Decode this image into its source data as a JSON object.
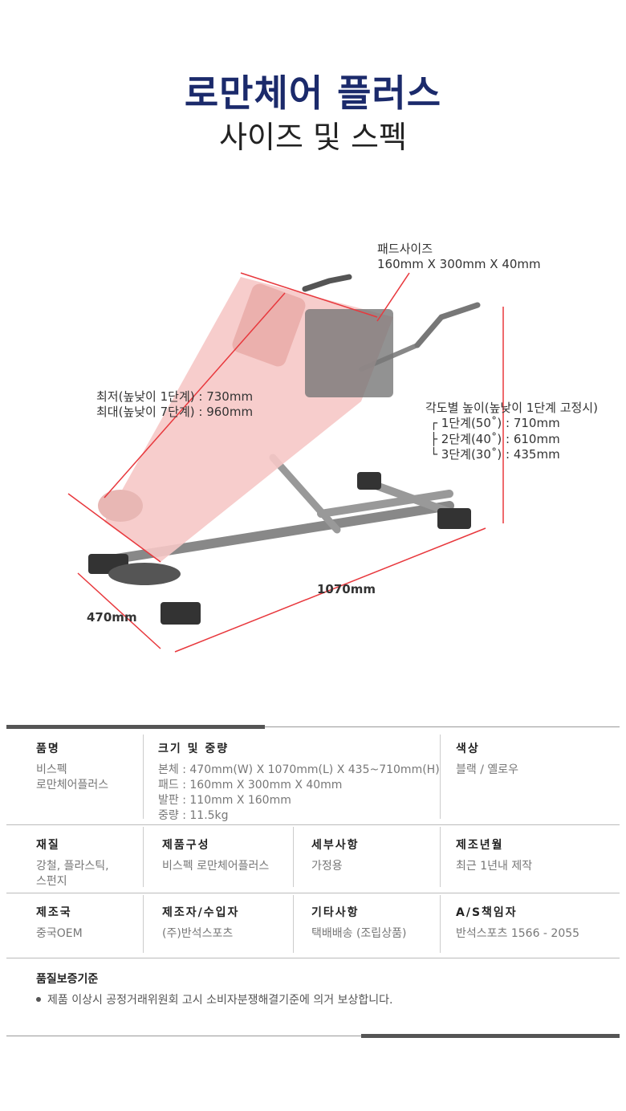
{
  "header": {
    "title": "로만체어 플러스",
    "subtitle": "사이즈 및 스펙"
  },
  "diagram": {
    "pad_label": "패드사이즈",
    "pad_size": "160mm X 300mm X 40mm",
    "height_min": "최저(높낮이 1단계) : 730mm",
    "height_max": "최대(높낮이 7단계) : 960mm",
    "angle_title": "각도별 높이(높낮이 1단계 고정시)",
    "angle_1": "┌ 1단계(50˚) : 710mm",
    "angle_2": "├ 2단계(40˚) : 610mm",
    "angle_3": "└ 3단계(30˚) : 435mm",
    "length": "1070mm",
    "width": "470mm",
    "accent": "#e8383d"
  },
  "spec": {
    "name_h": "품명",
    "name_v": "비스펙\n로만체어플러스",
    "size_h": "크기 및 중량",
    "size_v": "본체 : 470mm(W) X 1070mm(L) X 435~710mm(H)\n패드 : 160mm X 300mm X 40mm\n발판 : 110mm X 160mm\n중량 : 11.5kg",
    "color_h": "색상",
    "color_v": "블랙 / 옐로우",
    "material_h": "재질",
    "material_v": "강철, 플라스틱,\n스펀지",
    "comp_h": "제품구성",
    "comp_v": "비스펙 로만체어플러스",
    "detail_h": "세부사항",
    "detail_v": "가정용",
    "date_h": "제조년월",
    "date_v": "최근 1년내 제작",
    "country_h": "제조국",
    "country_v": "중국OEM",
    "maker_h": "제조자/수입자",
    "maker_v": "(주)반석스포츠",
    "etc_h": "기타사항",
    "etc_v": "택배배송 (조립상품)",
    "as_h": "A/S책임자",
    "as_v": "반석스포츠 1566 - 2055",
    "quality_h": "품질보증기준",
    "quality_v": "제품 이상시 공정거래위원회 고시 소비자분쟁해결기준에 의거 보상합니다."
  }
}
